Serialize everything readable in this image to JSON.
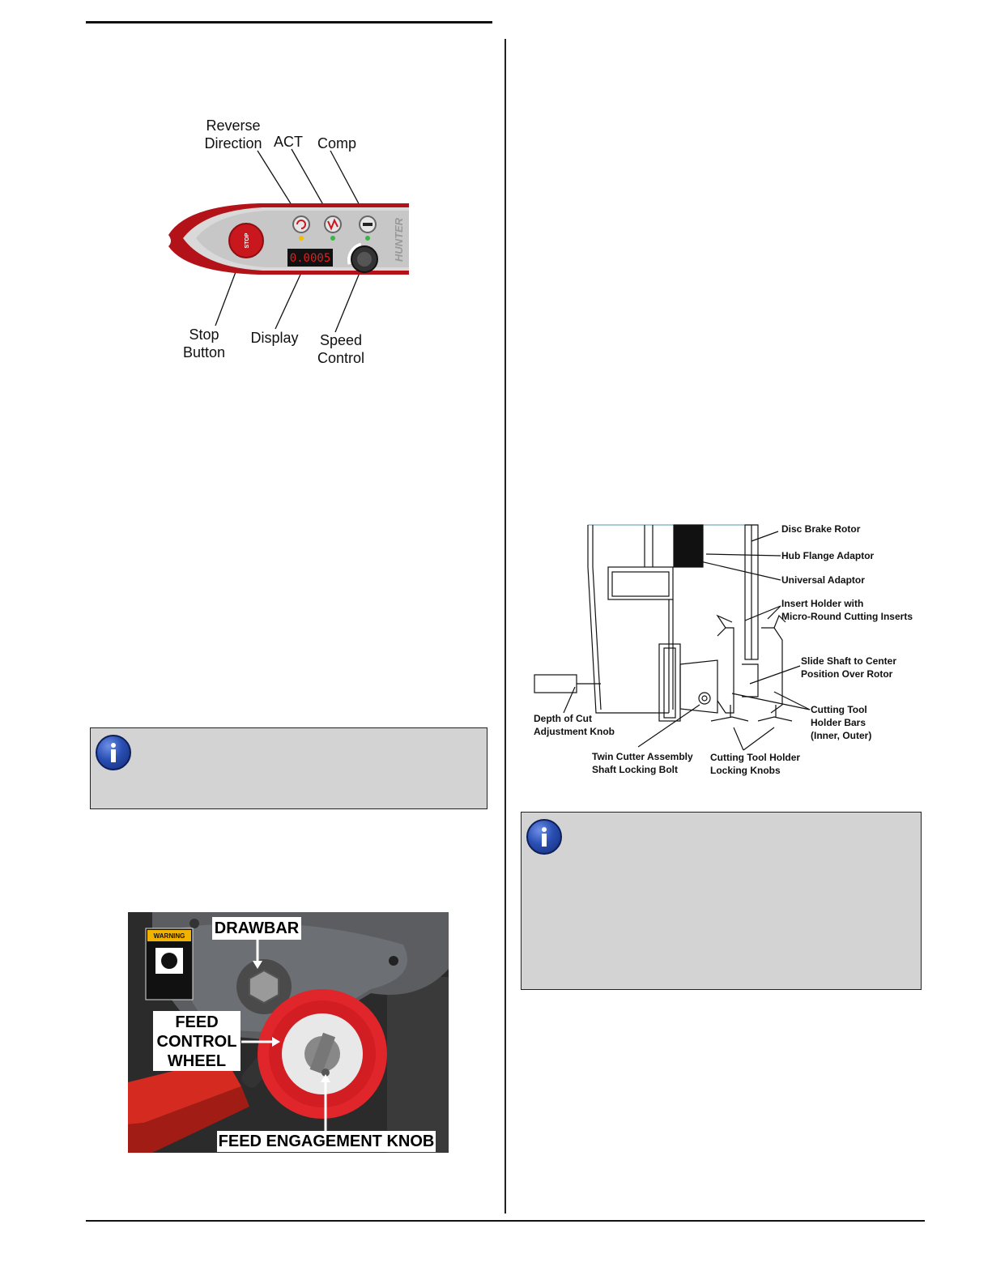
{
  "control_panel": {
    "labels": {
      "reverse": "Reverse\nDirection",
      "act": "ACT",
      "comp": "Comp",
      "stop": "Stop\nButton",
      "display": "Display",
      "speed": "Speed\nControl"
    },
    "stop_button_text": "STOP",
    "display_value": "0.0005",
    "reverse_text": "REVERSE",
    "act_text": "ACT",
    "comp_text": "COMP",
    "brand_logo": "HUNTER"
  },
  "rotor_diagram": {
    "labels": {
      "disc_brake_rotor": "Disc Brake Rotor",
      "hub_flange_adaptor": "Hub Flange Adaptor",
      "universal_adaptor": "Universal Adaptor",
      "insert_holder": "Insert Holder with\nMicro-Round Cutting Inserts",
      "slide_shaft": "Slide Shaft to Center\nPosition Over Rotor",
      "cutting_tool_holder_bars": "Cutting Tool\nHolder Bars\n(Inner, Outer)",
      "depth_of_cut": "Depth of Cut\nAdjustment Knob",
      "twin_cutter": "Twin Cutter Assembly\nShaft Locking Bolt",
      "locking_knobs": "Cutting Tool Holder\nLocking Knobs"
    }
  },
  "feed_photo": {
    "labels": {
      "drawbar": "DRAWBAR",
      "feed_control_wheel": "FEED\nCONTROL\nWHEEL",
      "feed_engagement_knob": "FEED ENGAGEMENT KNOB"
    },
    "warning_sticker": "WARNING"
  },
  "icons": {
    "info_left": "info-icon",
    "info_right": "info-icon"
  },
  "colors": {
    "info_box_bg": "#d3d3d3",
    "panel_red": "#c8181e",
    "feed_wheel_red": "#e0262a"
  }
}
